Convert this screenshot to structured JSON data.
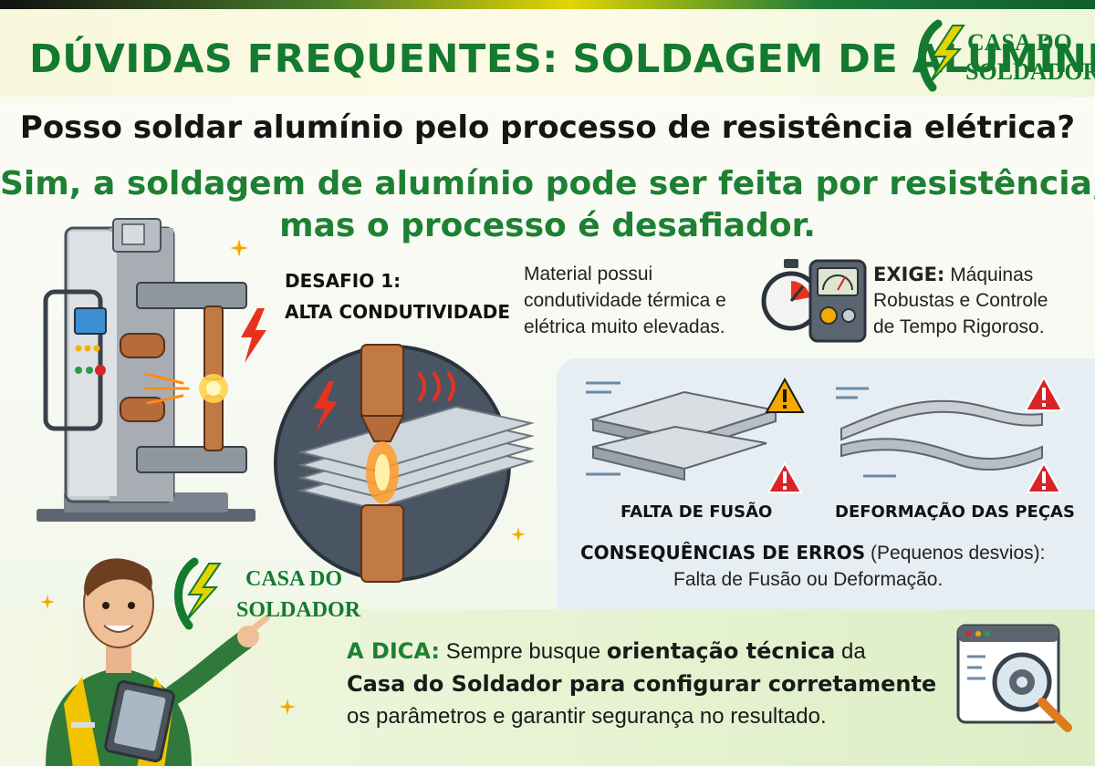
{
  "header": {
    "title": "DÚVIDAS FREQUENTES: SOLDAGEM DE ALUMÍNIO",
    "logo_line1": "CASA DO",
    "logo_line2": "SOLDADOR"
  },
  "question": "Posso soldar alumínio pelo processo de resistência elétrica?",
  "answer": {
    "line1": "Sim, a soldagem de alumínio pode ser feita por resistência,",
    "line2": "mas o processo é desafiador."
  },
  "challenge": {
    "title_line1": "DESAFIO 1:",
    "title_line2": "ALTA CONDUTIVIDADE",
    "desc_line1": "Material possui",
    "desc_line2": "condutividade térmica e",
    "desc_line3": "elétrica muito elevadas."
  },
  "requirement": {
    "label": "EXIGE:",
    "line1": "Máquinas",
    "line2": "Robustas e Controle",
    "line3": "de Tempo Rigoroso."
  },
  "consequences": {
    "item1": "FALTA DE FUSÃO",
    "item2": "DEFORMAÇÃO DAS PEÇAS",
    "label": "CONSEQUÊNCIAS DE ERROS",
    "paren": "(Pequenos desvios):",
    "line2": "Falta de Fusão ou Deformação."
  },
  "mascot_logo": {
    "line1": "CASA DO",
    "line2": "SOLDADOR"
  },
  "tip": {
    "label": "A DICA:",
    "line1_a": "Sempre busque",
    "line1_b": "orientação técnica",
    "line1_c": "da",
    "line2": "Casa do Soldador para configurar corretamente",
    "line3": "os parâmetros e garantir segurança no resultado."
  },
  "colors": {
    "brand_green": "#137a2f",
    "accent_yellow": "#e3d400",
    "warning_red": "#d9232a",
    "warning_amber": "#f2a900"
  },
  "icons": [
    "spot-welding-machine-icon",
    "electrode-closeup-icon",
    "stopwatch-icon",
    "control-panel-icon",
    "warning-icon",
    "worker-mascot-icon",
    "settings-search-icon",
    "lightning-icon",
    "sparkle-icon"
  ]
}
